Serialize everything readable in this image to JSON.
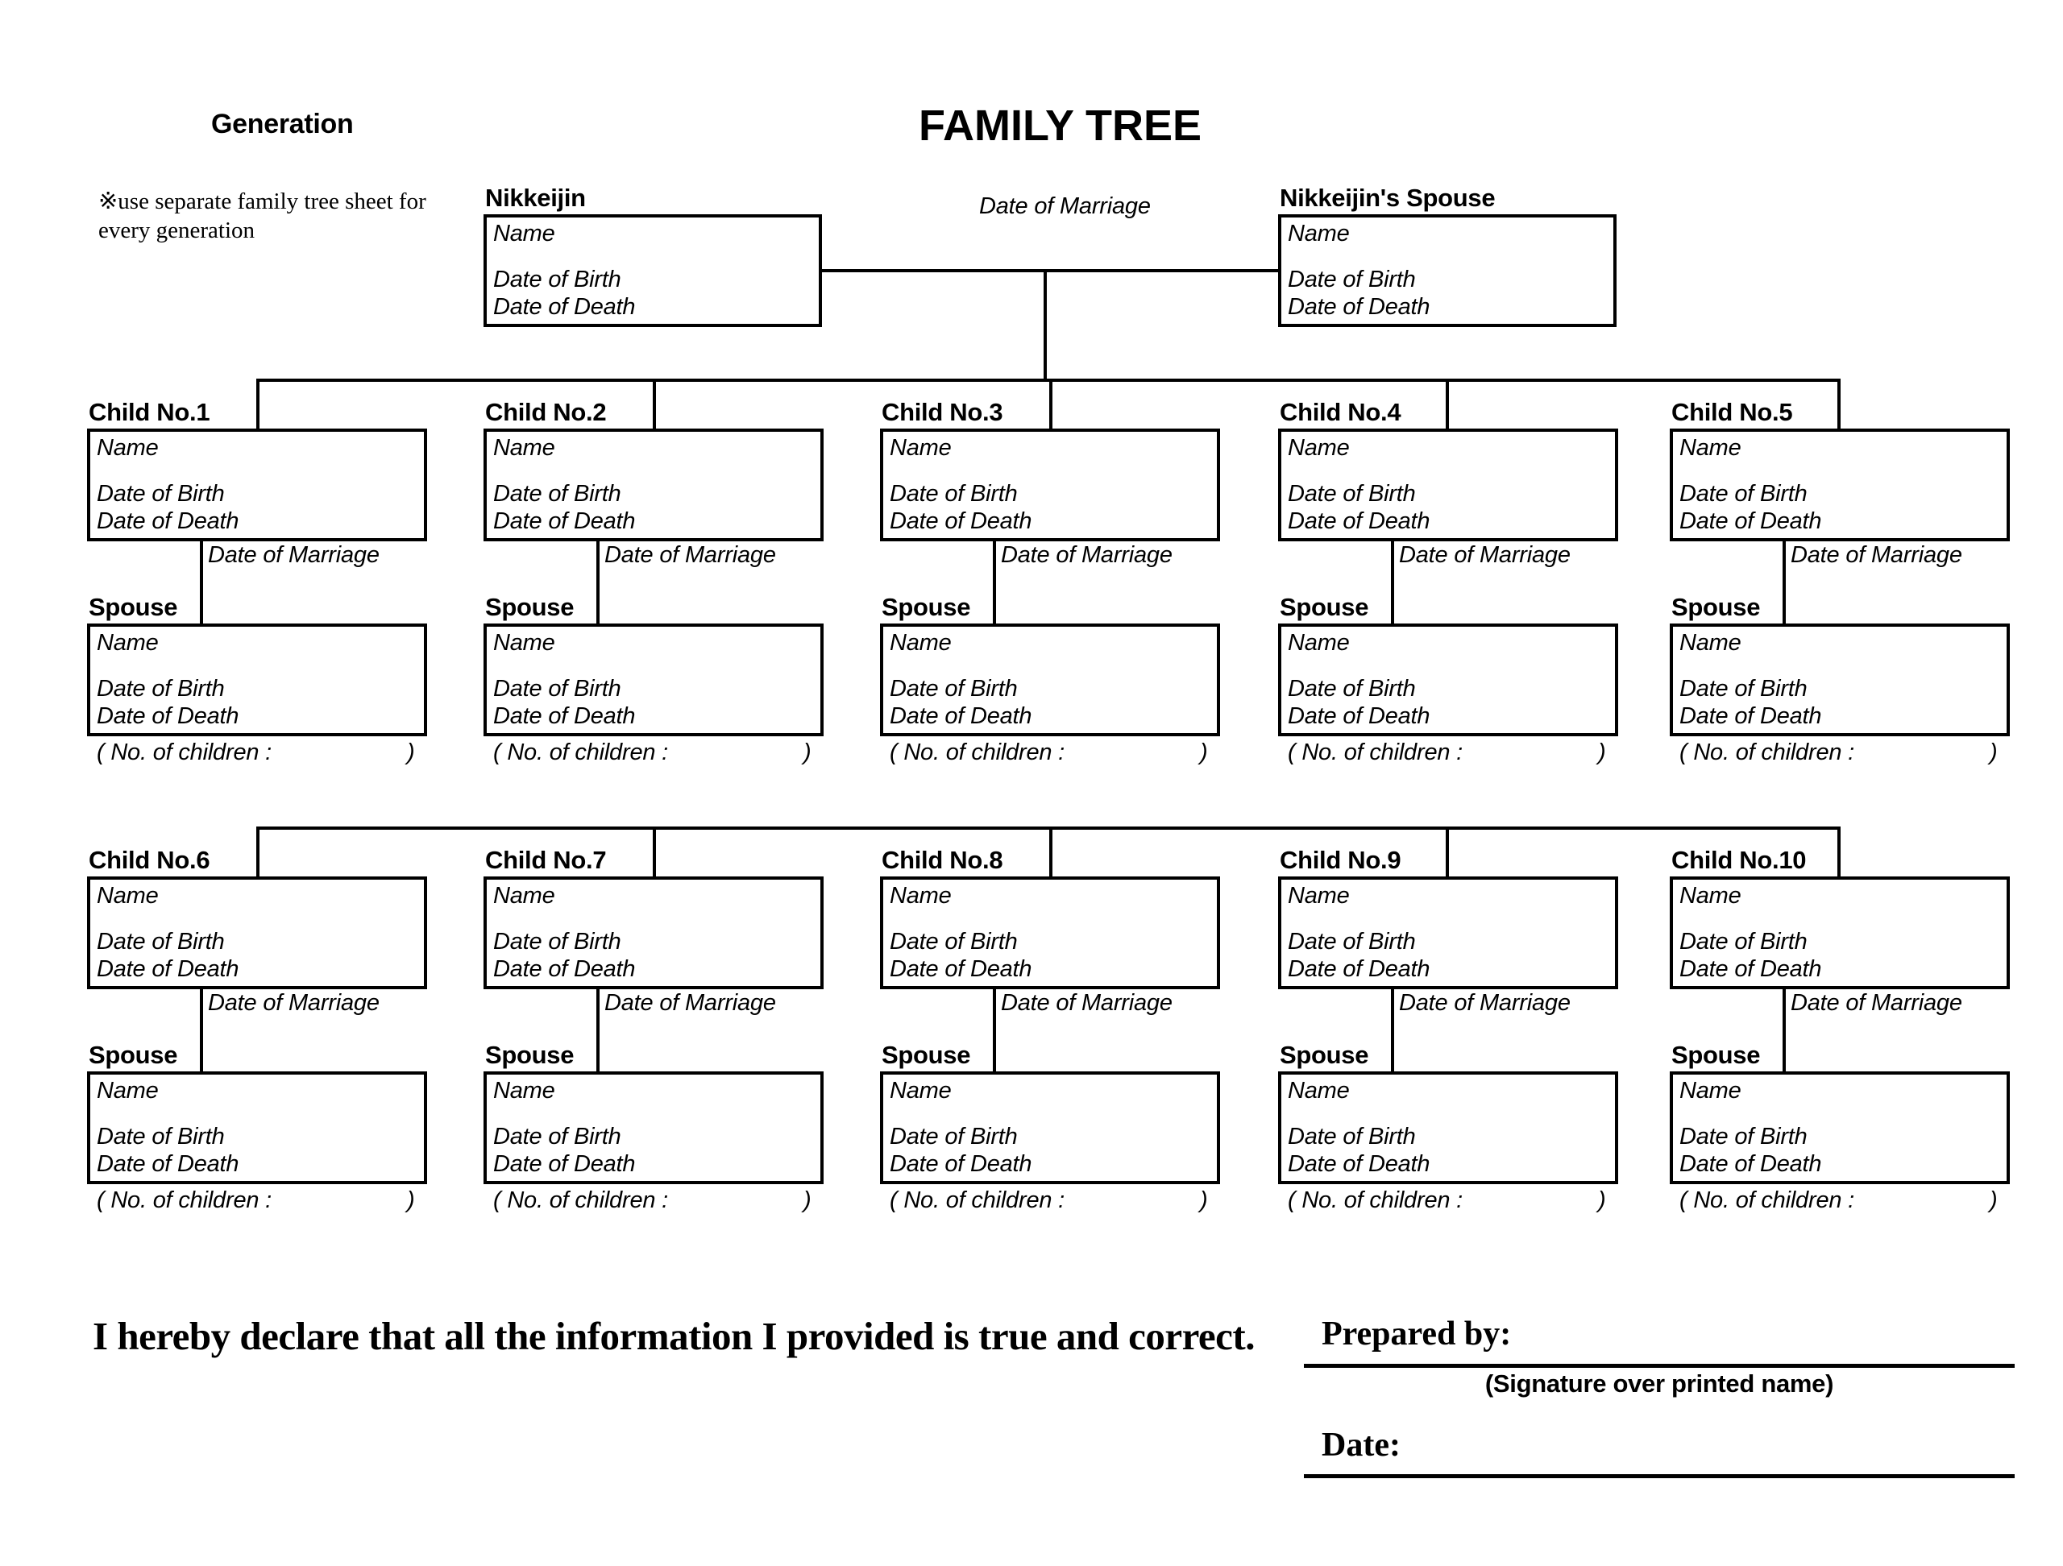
{
  "header": {
    "generation_label": "Generation",
    "title": "FAMILY TREE",
    "note": "※use separate family tree sheet for every generation"
  },
  "labels": {
    "name": "Name",
    "date_of_birth": "Date of Birth",
    "date_of_death": "Date of Death",
    "date_of_marriage": "Date of Marriage",
    "spouse": "Spouse",
    "children_count_open": "( No. of children :",
    "children_count_close": ")"
  },
  "root": {
    "nikkeijin_header": "Nikkeijin",
    "spouse_header": "Nikkeijin's Spouse",
    "marriage_label": "Date of Marriage",
    "nikkeijin": {
      "name": "",
      "date_of_birth": "",
      "date_of_death": ""
    },
    "spouse": {
      "name": "",
      "date_of_birth": "",
      "date_of_death": ""
    },
    "marriage_date": ""
  },
  "children": [
    {
      "header": "Child No.1",
      "name": "",
      "date_of_birth": "",
      "date_of_death": "",
      "marriage_date": "",
      "spouse_header": "Spouse",
      "spouse_name": "",
      "spouse_date_of_birth": "",
      "spouse_date_of_death": "",
      "no_of_children": ""
    },
    {
      "header": "Child No.2",
      "name": "",
      "date_of_birth": "",
      "date_of_death": "",
      "marriage_date": "",
      "spouse_header": "Spouse",
      "spouse_name": "",
      "spouse_date_of_birth": "",
      "spouse_date_of_death": "",
      "no_of_children": ""
    },
    {
      "header": "Child No.3",
      "name": "",
      "date_of_birth": "",
      "date_of_death": "",
      "marriage_date": "",
      "spouse_header": "Spouse",
      "spouse_name": "",
      "spouse_date_of_birth": "",
      "spouse_date_of_death": "",
      "no_of_children": ""
    },
    {
      "header": "Child No.4",
      "name": "",
      "date_of_birth": "",
      "date_of_death": "",
      "marriage_date": "",
      "spouse_header": "Spouse",
      "spouse_name": "",
      "spouse_date_of_birth": "",
      "spouse_date_of_death": "",
      "no_of_children": ""
    },
    {
      "header": "Child No.5",
      "name": "",
      "date_of_birth": "",
      "date_of_death": "",
      "marriage_date": "",
      "spouse_header": "Spouse",
      "spouse_name": "",
      "spouse_date_of_birth": "",
      "spouse_date_of_death": "",
      "no_of_children": ""
    },
    {
      "header": "Child No.6",
      "name": "",
      "date_of_birth": "",
      "date_of_death": "",
      "marriage_date": "",
      "spouse_header": "Spouse",
      "spouse_name": "",
      "spouse_date_of_birth": "",
      "spouse_date_of_death": "",
      "no_of_children": ""
    },
    {
      "header": "Child No.7",
      "name": "",
      "date_of_birth": "",
      "date_of_death": "",
      "marriage_date": "",
      "spouse_header": "Spouse",
      "spouse_name": "",
      "spouse_date_of_birth": "",
      "spouse_date_of_death": "",
      "no_of_children": ""
    },
    {
      "header": "Child No.8",
      "name": "",
      "date_of_birth": "",
      "date_of_death": "",
      "marriage_date": "",
      "spouse_header": "Spouse",
      "spouse_name": "",
      "spouse_date_of_birth": "",
      "spouse_date_of_death": "",
      "no_of_children": ""
    },
    {
      "header": "Child No.9",
      "name": "",
      "date_of_birth": "",
      "date_of_death": "",
      "marriage_date": "",
      "spouse_header": "Spouse",
      "spouse_name": "",
      "spouse_date_of_birth": "",
      "spouse_date_of_death": "",
      "no_of_children": ""
    },
    {
      "header": "Child No.10",
      "name": "",
      "date_of_birth": "",
      "date_of_death": "",
      "marriage_date": "",
      "spouse_header": "Spouse",
      "spouse_name": "",
      "spouse_date_of_birth": "",
      "spouse_date_of_death": "",
      "no_of_children": ""
    }
  ],
  "footer": {
    "declaration": "I hereby declare that all the information I provided is true and correct.",
    "prepared_by_label": "Prepared by:",
    "signature_caption": "(Signature over printed name)",
    "date_label": "Date:"
  },
  "colors": {
    "ink": "#000000",
    "paper": "#ffffff"
  }
}
